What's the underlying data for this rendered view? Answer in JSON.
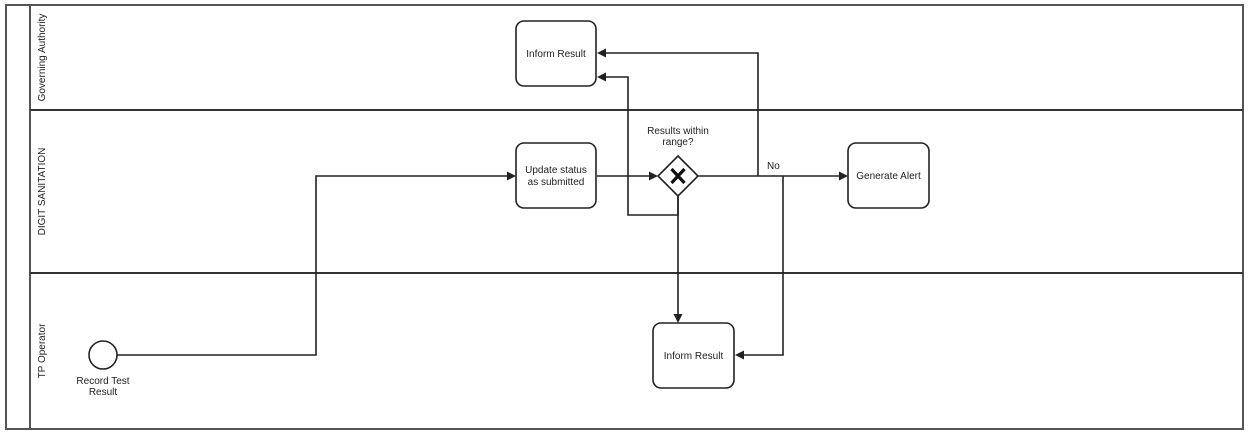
{
  "diagram": {
    "type": "bpmn-swimlane",
    "lanes": [
      {
        "id": "governing-authority",
        "label": "Governing Authority"
      },
      {
        "id": "digit-sanitation",
        "label": "DIGIT SANITATION"
      },
      {
        "id": "tp-operator",
        "label": "TP Operator"
      }
    ],
    "nodes": {
      "start_event": {
        "label_line1": "Record Test",
        "label_line2": "Result"
      },
      "update_status": {
        "label_line1": "Update status",
        "label_line2": "as submitted"
      },
      "gateway": {
        "label_line1": "Results within",
        "label_line2": "range?",
        "symbol": "X"
      },
      "generate_alert": {
        "label": "Generate Alert"
      },
      "inform_result_authority": {
        "label": "Inform Result"
      },
      "inform_result_operator": {
        "label": "Inform Result"
      }
    },
    "flows": {
      "no_label": "No"
    },
    "edges": [
      {
        "from": "start_event",
        "to": "update_status"
      },
      {
        "from": "update_status",
        "to": "gateway"
      },
      {
        "from": "gateway",
        "to": "generate_alert",
        "label": "No"
      },
      {
        "from": "gateway",
        "to": "inform_result_authority"
      },
      {
        "from": "gateway",
        "to": "inform_result_authority"
      },
      {
        "from": "gateway",
        "to": "inform_result_operator"
      },
      {
        "from": "gateway",
        "to": "inform_result_operator"
      }
    ],
    "colors": {
      "stroke": "#222222",
      "background": "#ffffff"
    }
  }
}
